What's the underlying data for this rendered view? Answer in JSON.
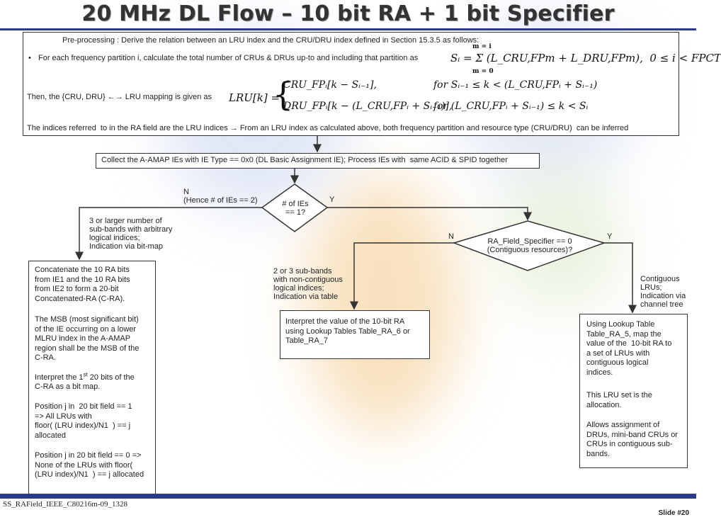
{
  "title": "20 MHz DL Flow – 10 bit RA + 1 bit Specifier",
  "preproc": {
    "line1": "Pre-processing : Derive the relation between an LRU index and the CRU/DRU index defined in Section 15.3.5 as follows:",
    "line2": "For each frequency partition i, calculate the total number of CRUs & DRUs up-to and including that partition as",
    "formula_si": "Sᵢ = Σ (L_CRU,FPm + L_DRU,FPm),  0 ≤ i < FPCT",
    "sum_top": "m = i",
    "sum_bottom": "m = 0",
    "line3": "Then, the {CRU, DRU} ←→ LRU mapping is given as",
    "lru_lhs": "LRU[k] =",
    "lru_case1": "CRU_FPᵢ[k − Sᵢ₋₁],",
    "lru_cond1": "for Sᵢ₋₁ ≤ k < (L_CRU,FPᵢ + Sᵢ₋₁)",
    "lru_case2": "DRU_FPᵢ[k − (L_CRU,FPᵢ + Sᵢ₋₁)],",
    "lru_cond2": "for (L_CRU,FPᵢ + Sᵢ₋₁) ≤ k < Sᵢ",
    "line4": "The indices referred  to in the RA field are the LRU indices → From an LRU index as calculated above, both frequency partition and resource type (CRU/DRU)  can be inferred"
  },
  "collect_box": "Collect the A-AMAP IEs with IE Type == 0x0 (DL Basic Assignment IE); Process IEs with  same ACID & SPID together",
  "decision1": {
    "text": "# of IEs\n== 1?",
    "no_label": "N\n(Hence # of IEs == 2)",
    "yes_label": "Y"
  },
  "decision2": {
    "text": "RA_Field_Specifier == 0\n(Contiguous resources)?",
    "no_label": "N",
    "yes_label": "Y"
  },
  "annotations": {
    "bitmap": "3 or larger number of\nsub-bands with arbitrary\nlogical indices;\nIndication via bit-map",
    "table": "2 or 3 sub-bands\nwith non-contiguous\nlogical indices;\nIndication via table",
    "tree": "Contiguous\nLRUs;\nIndication via\nchannel tree"
  },
  "left_box": {
    "p1": "Concatenate the 10 RA bits\nfrom IE1 and the 10 RA bits\nfrom IE2 to form a 20-bit\nConcatenated-RA (C-RA).",
    "p2": "The MSB (most significant bit)\nof the IE occurring on a lower\nMLRU index in the A-AMAP\nregion shall be the MSB of the\nC-RA.",
    "p3a": "Interpret the 1",
    "p3sup": "st",
    "p3b": " 20 bits of the",
    "p3c": "C-RA as a bit map.",
    "p4": "Position j in  20 bit field == 1\n=> All LRUs with\nfloor( (LRU index)/N1  ) == j\nallocated",
    "p5": "Position j in 20 bit field == 0 =>\nNone of the LRUs with floor(\n(LRU index)/N1  ) == j allocated"
  },
  "middle_box": "Interpret the value of the 10-bit RA\nusing Lookup Tables Table_RA_6 or\nTable_RA_7",
  "right_box": {
    "p1": "Using Lookup Table\nTable_RA_5, map the\nvalue of the  10-bit RA to\na set of LRUs with\ncontiguous logical\nindices.",
    "p2": "This LRU set is the\nallocation.",
    "p3": "Allows assignment of\nDRUs, mini-band CRUs or\nCRUs in contiguous sub-\nbands."
  },
  "footer": {
    "doc": "SS_RAField_IEEE_C80216m-09_1328",
    "slide": "Slide #20"
  },
  "colors": {
    "accent": "#2d3a8c",
    "line": "#333333"
  }
}
